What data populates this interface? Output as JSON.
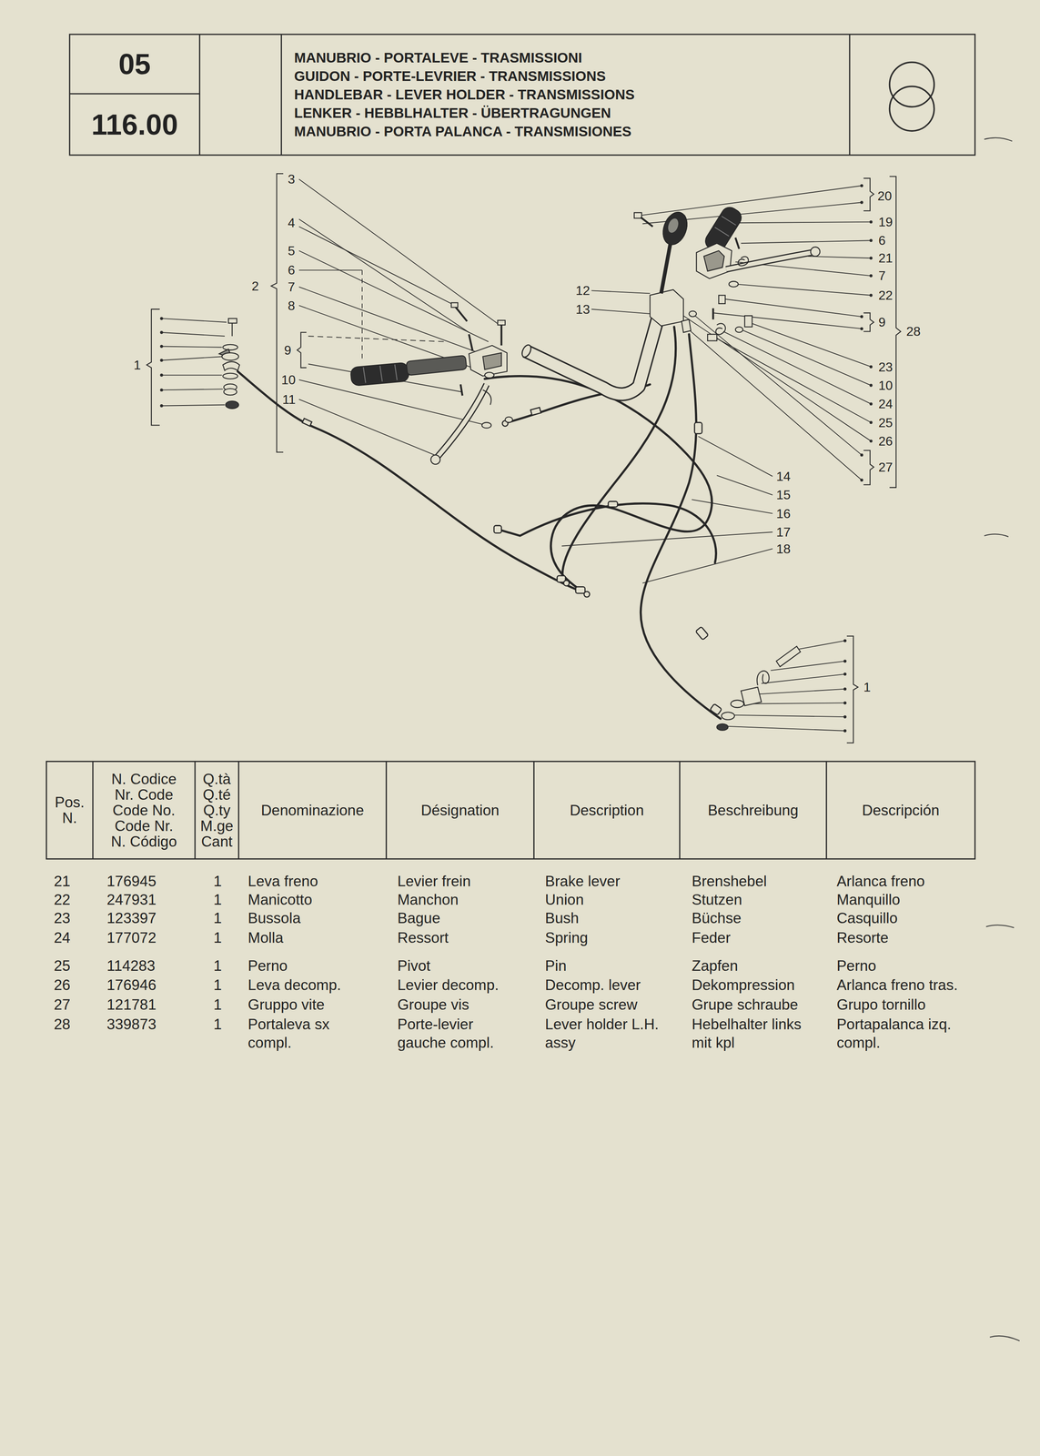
{
  "diagram": {
    "nodes": [
      {
        "text": [
          "05"
        ]
      },
      {
        "text": [
          "116.00"
        ]
      },
      {
        "text": [
          "MANUBRIO - PORTALEVE - TRASMISSIONI",
          "GUIDON - PORTE-LEVRIER - TRANSMISSIONS",
          "HANDLEBAR - LEVER HOLDER - TRANSMISSIONS",
          "LENKER - HEBBLHALTER - ÜBERTRAGUNGEN",
          "MANUBRIO - PORTA PALANCA - TRANSMISIONES"
        ]
      },
      {
        "text": [
          "Pos. N."
        ]
      },
      {
        "text": [
          "N. Codice",
          "Nr. Code",
          "Code No.",
          "Code Nr.",
          "N. Código"
        ]
      },
      {
        "text": [
          "Q.tà",
          "Q.té",
          "Q.ty",
          "M.ge",
          "Cant"
        ]
      },
      {
        "text": [
          "Denominazione"
        ]
      },
      {
        "text": [
          "Désignation"
        ]
      },
      {
        "text": [
          "Description"
        ]
      },
      {
        "text": [
          "Beschreibung"
        ]
      },
      {
        "text": [
          "Descripción"
        ]
      }
    ],
    "labels": [
      "3",
      "4",
      "5",
      "6",
      "7",
      "8",
      "9",
      "10",
      "11",
      "2",
      "1",
      "20",
      "19",
      "6",
      "21",
      "7",
      "22",
      "9",
      "28",
      "23",
      "10",
      "24",
      "25",
      "26",
      "27",
      "12",
      "13",
      "14",
      "15",
      "16",
      "17",
      "18",
      "1",
      "21",
      "176945",
      "1",
      "Leva freno",
      "Levier frein",
      "Brake lever",
      "Brenshebel",
      "Arlanca freno",
      "22",
      "247931",
      "1",
      "Manicotto",
      "Manchon",
      "Union",
      "Stutzen",
      "Manquillo",
      "23",
      "123397",
      "1",
      "Bussola",
      "Bague",
      "Bush",
      "Büchse",
      "Casquillo",
      "24",
      "177072",
      "1",
      "Molla",
      "Ressort",
      "Spring",
      "Feder",
      "Resorte",
      "25",
      "114283",
      "1",
      "Perno",
      "Pivot",
      "Pin",
      "Zapfen",
      "Perno",
      "26",
      "176946",
      "1",
      "Leva decomp.",
      "Levier decomp.",
      "Decomp. lever",
      "Dekompression",
      "Arlanca freno tras.",
      "27",
      "121781",
      "1",
      "Gruppo vite",
      "Groupe vis",
      "Groupe screw",
      "Grupe schraube",
      "Grupo tornillo",
      "28",
      "339873",
      "1",
      "Portaleva sx compl.",
      "Porte-levier gauche compl.",
      "Lever holder L.H. assy",
      "Hebelhalter links mit kpl",
      "Portapalanca izq. compl."
    ]
  }
}
